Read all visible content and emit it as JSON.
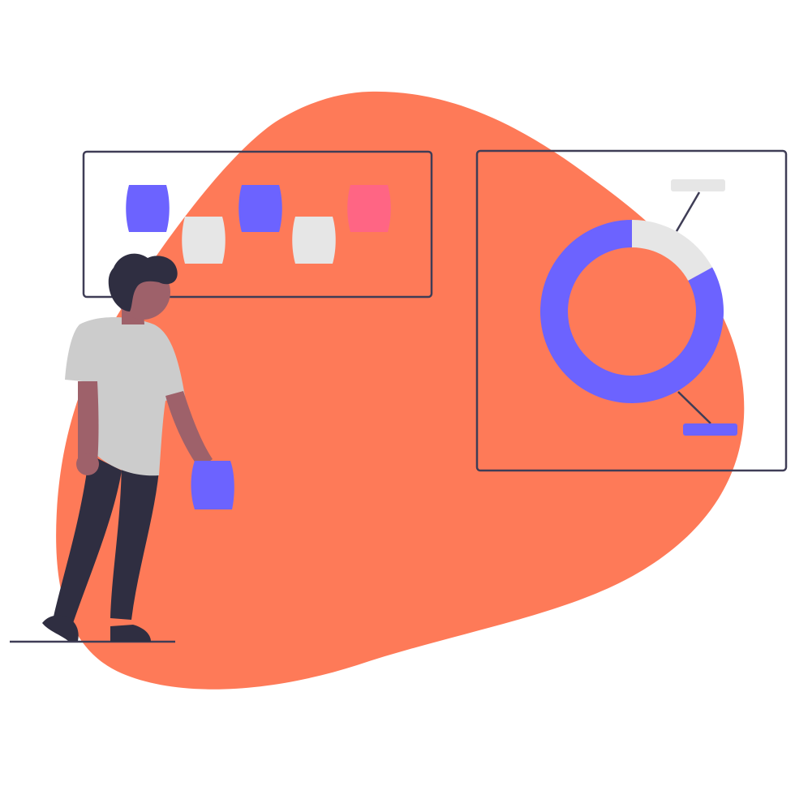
{
  "colors": {
    "background": "#ffffff",
    "blob": "#fe7a58",
    "outline": "#3f3d56",
    "note_purple": "#6c63ff",
    "note_gray": "#e6e6e6",
    "note_pink": "#ff6584",
    "skin": "#9e616a",
    "hair": "#2f2e41",
    "shirt": "#cccccc",
    "pants": "#2f2e41",
    "ground": "#3f3d56"
  },
  "board": {
    "notes": [
      {
        "color": "#6c63ff"
      },
      {
        "color": "#e6e6e6"
      },
      {
        "color": "#6c63ff"
      },
      {
        "color": "#e6e6e6"
      },
      {
        "color": "#ff6584"
      }
    ]
  },
  "chart_data": {
    "type": "pie",
    "donut": true,
    "values": [
      17,
      83
    ],
    "colors": [
      "#e6e6e6",
      "#6c63ff"
    ],
    "labels": [
      "",
      ""
    ],
    "title": ""
  },
  "person": {
    "held_note_color": "#6c63ff"
  },
  "icons": [
    "person-illustration",
    "sticky-note-icon",
    "donut-chart-icon"
  ]
}
